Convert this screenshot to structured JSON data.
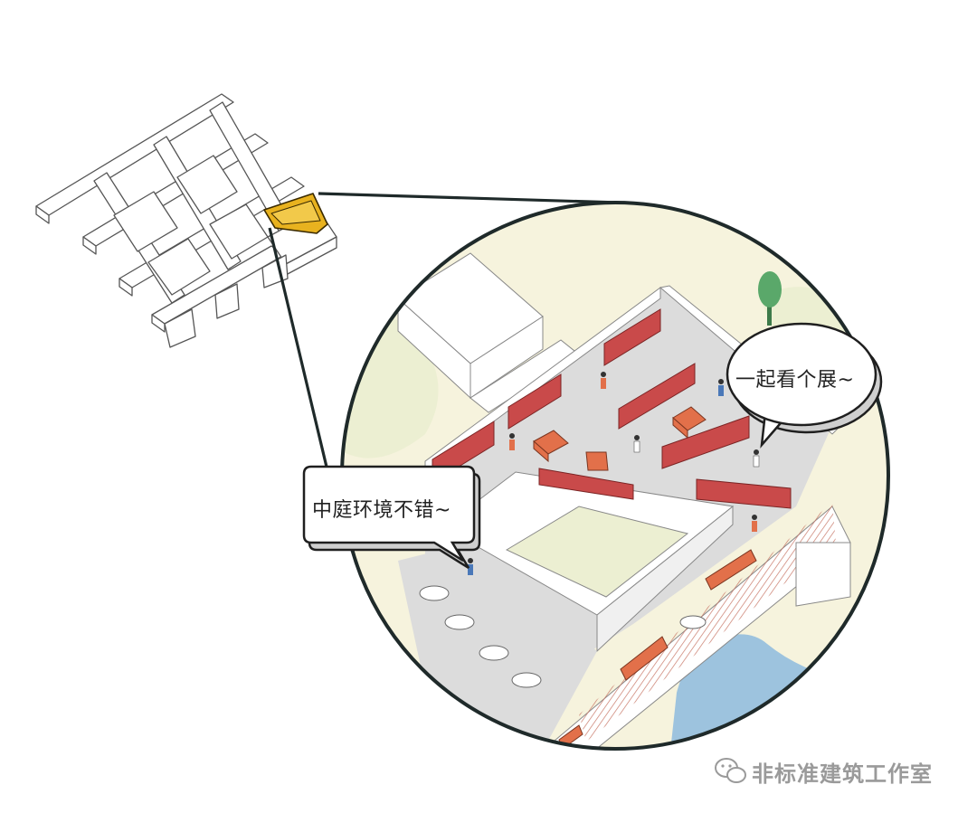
{
  "speech_bubbles": {
    "left": "中庭环境不错~",
    "right": "一起看个展~"
  },
  "watermark": {
    "icon": "wechat-icon",
    "text": "非标准建筑工作室"
  },
  "colors": {
    "highlight_block": "#e8b21f",
    "partition_walls": "#c94a4a",
    "furniture": "#e2704a",
    "grass": "#f6f3dd",
    "lawn_patch": "#ecefd2",
    "water": "#9dc3de",
    "tree": "#5aa86a",
    "circle_outline": "#1f2a2a",
    "floor": "#dcdcdc"
  }
}
